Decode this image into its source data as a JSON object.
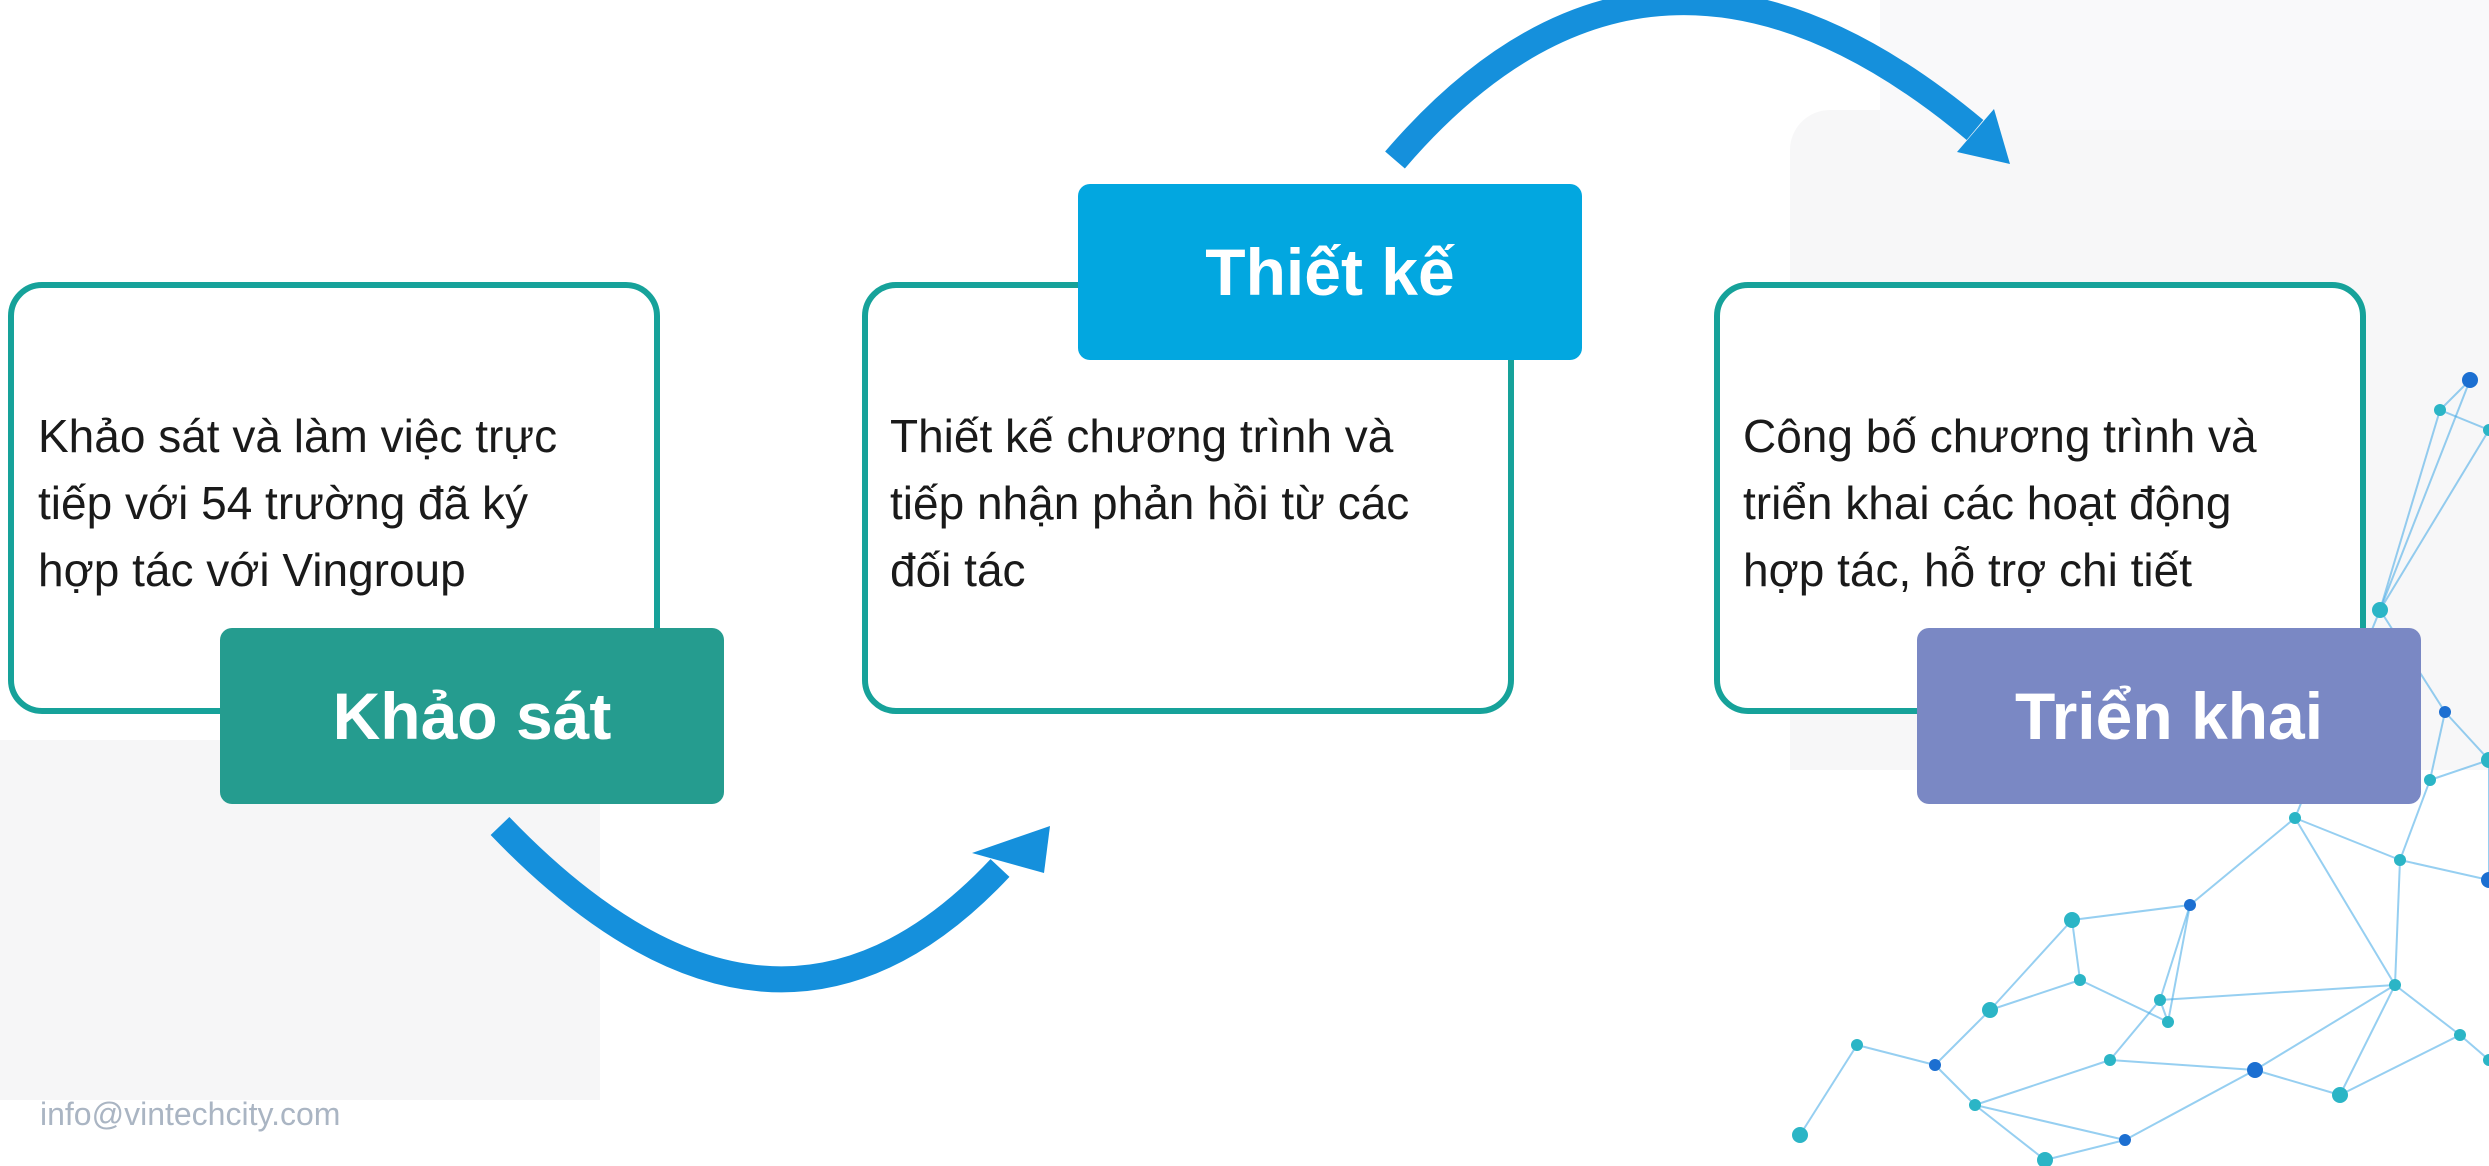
{
  "steps": [
    {
      "title": "Khảo sát",
      "description_lines": [
        "Khảo sát và làm việc trực",
        "tiếp với 54 trường đã ký",
        "hợp tác với Vingroup"
      ],
      "color": "#259c8f"
    },
    {
      "title": "Thiết kế",
      "description_lines": [
        "Thiết kế chương trình và",
        "tiếp nhận phản hồi từ các",
        "đối tác"
      ],
      "color": "#02a7e0"
    },
    {
      "title": "Triển khai",
      "description_lines": [
        "Công bố chương trình và",
        "triển khai các hoạt động",
        "hợp tác, hỗ trợ chi tiết"
      ],
      "color": "#7a88c4"
    }
  ],
  "colors": {
    "card_border": "#16a29a",
    "arrow": "#1590dc",
    "network": "#3fa7e6",
    "email_text": "#aab5c3"
  },
  "footer": {
    "email": "info@vintechcity.com"
  },
  "decorations": {
    "network_graphic": "network-graph"
  }
}
